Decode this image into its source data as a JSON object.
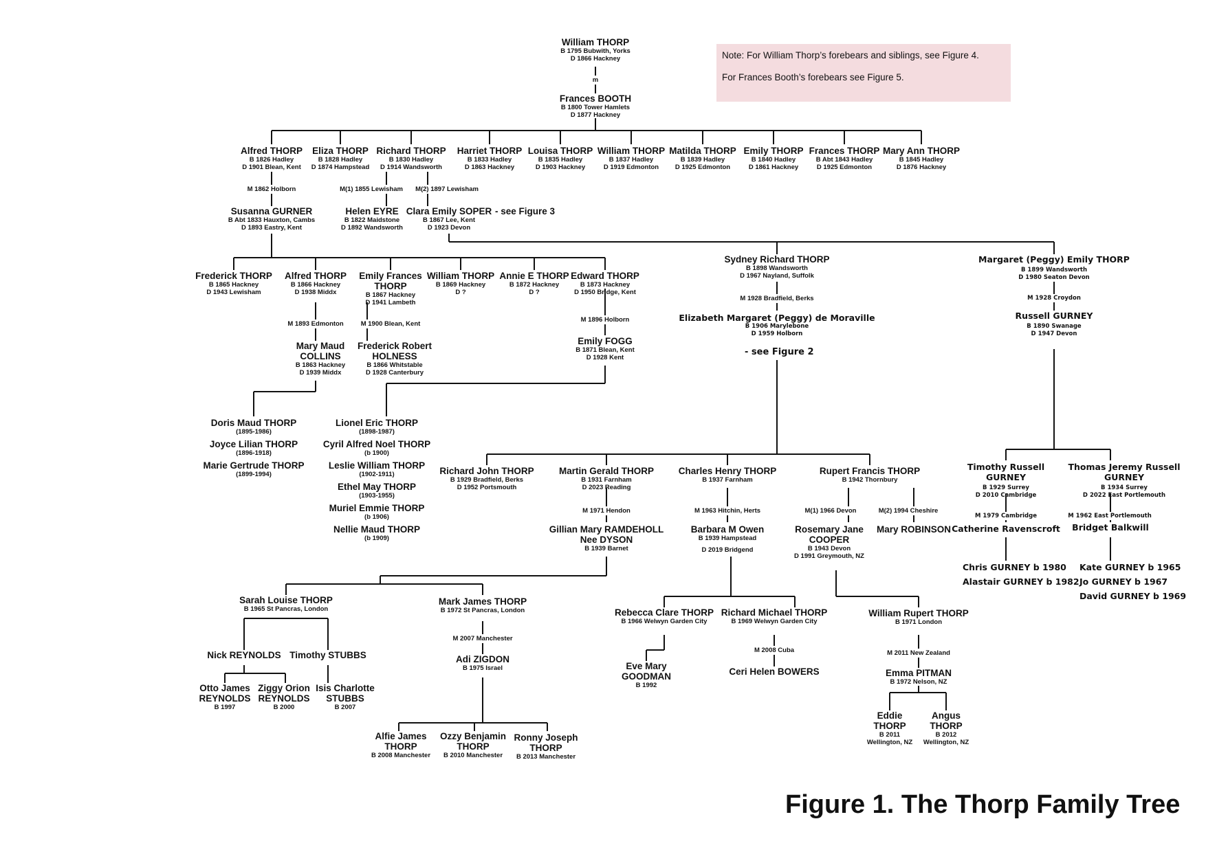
{
  "note": {
    "line1": "Note: For William Thorp’s forebears and siblings, see Figure 4.",
    "line2": "For Frances Booth’s forebears see Figure 5."
  },
  "caption": "Figure 1. The Thorp Family Tree",
  "people": {
    "william": {
      "name": "William THORP",
      "d1": "B 1795 Bubwith, Yorks",
      "d2": "D 1866 Hackney"
    },
    "frances_booth": {
      "name": "Frances BOOTH",
      "d1": "B 1800 Tower Hamlets",
      "d2": "D 1877 Hackney"
    },
    "alfred": {
      "name": "Alfred THORP",
      "d1": "B 1826 Hadley",
      "d2": "D 1901 Blean, Kent"
    },
    "eliza": {
      "name": "Eliza THORP",
      "d1": "B 1828 Hadley",
      "d2": "D 1874 Hampstead"
    },
    "richard": {
      "name": "Richard THORP",
      "d1": "B 1830 Hadley",
      "d2": "D 1914 Wandsworth"
    },
    "harriet": {
      "name": "Harriet THORP",
      "d1": "B 1833 Hadley",
      "d2": "D 1863 Hackney"
    },
    "louisa": {
      "name": "Louisa THORP",
      "d1": "B 1835 Hadley",
      "d2": "D 1903 Hackney"
    },
    "william2": {
      "name": "William THORP",
      "d1": "B 1837 Hadley",
      "d2": "D 1919 Edmonton"
    },
    "matilda": {
      "name": "Matilda THORP",
      "d1": "B 1839 Hadley",
      "d2": "D 1925 Edmonton"
    },
    "emily": {
      "name": "Emily THORP",
      "d1": "B 1840 Hadley",
      "d2": "D 1861 Hackney"
    },
    "frances": {
      "name": "Frances THORP",
      "d1": "B Abt 1843 Hadley",
      "d2": "D 1925 Edmonton"
    },
    "maryann": {
      "name": "Mary Ann THORP",
      "d1": "B 1845 Hadley",
      "d2": "D 1876 Hackney"
    },
    "susanna": {
      "name": "Susanna GURNER",
      "d1": "B Abt 1833 Hauxton, Cambs",
      "d2": "D 1893 Eastry, Kent"
    },
    "helen": {
      "name": "Helen EYRE",
      "d1": "B 1822 Maidstone",
      "d2": "D 1892 Wandsworth"
    },
    "clara": {
      "name": "Clara Emily SOPER",
      "d1": "B 1867 Lee, Kent",
      "d2": "D 1923 Devon"
    },
    "frederick": {
      "name": "Frederick THORP",
      "d1": "B 1865 Hackney",
      "d2": "D 1943 Lewisham"
    },
    "alfred2": {
      "name": "Alfred THORP",
      "d1": "B 1866 Hackney",
      "d2": "D 1938 Middx"
    },
    "emilyf": {
      "name": "Emily Frances",
      "name2": "THORP",
      "d1": "B 1867 Hackney",
      "d2": "D 1941 Lambeth"
    },
    "william3": {
      "name": "William THORP",
      "d1": "B 1869 Hackney",
      "d2": "D ?"
    },
    "anniee": {
      "name": "Annie E THORP",
      "d1": "B 1872 Hackney",
      "d2": "D ?"
    },
    "edward": {
      "name": "Edward THORP",
      "d1": "B 1873 Hackney",
      "d2": "D 1950 Bridge, Kent"
    },
    "marymaud": {
      "name": "Mary Maud",
      "name2": "COLLINS",
      "d1": "B 1863 Hackney",
      "d2": "D 1939 Middx"
    },
    "fredholness": {
      "name": "Frederick Robert",
      "name2": "HOLNESS",
      "d1": "B 1866 Whitstable",
      "d2": "D 1928 Canterbury"
    },
    "emilyfogg": {
      "name": "Emily FOGG",
      "d1": "B 1871 Blean, Kent",
      "d2": "D 1928 Kent"
    },
    "sydney": {
      "name": "Sydney Richard THORP",
      "d1": "B 1898 Wandsworth",
      "d2": "D 1967 Nayland, Suffolk"
    },
    "elizabeth": {
      "name": "Elizabeth Margaret (Peggy) de Moraville",
      "d1": "B 1906 Marylebone",
      "d2": "D 1959 Holborn"
    },
    "margaret": {
      "name": "Margaret (Peggy) Emily THORP",
      "d1": "B 1899 Wandsworth",
      "d2": "D 1980 Seaton Devon"
    },
    "russell": {
      "name": "Russell GURNEY",
      "d1": "B 1890 Swanage",
      "d2": "D 1947 Devon"
    },
    "doris": {
      "name": "Doris Maud THORP",
      "d1": "(1895-1986)"
    },
    "joyce": {
      "name": "Joyce Lilian THORP",
      "d1": "(1896-1918)"
    },
    "marie": {
      "name": "Marie Gertrude THORP",
      "d1": "(1899-1994)"
    },
    "lionel": {
      "name": "Lionel Eric THORP",
      "d1": "(1898-1987)"
    },
    "cyril": {
      "name": "Cyril Alfred Noel THORP",
      "d1": "(b 1900)"
    },
    "leslie": {
      "name": "Leslie William THORP",
      "d1": "(1902-1911)"
    },
    "ethel": {
      "name": "Ethel May THORP",
      "d1": "(1903-1955)"
    },
    "muriel": {
      "name": "Muriel Emmie THORP",
      "d1": "(b 1906)"
    },
    "nellie": {
      "name": "Nellie Maud THORP",
      "d1": "(b 1909)"
    },
    "richardjohn": {
      "name": "Richard John THORP",
      "d1": "B 1929 Bradfield, Berks",
      "d2": "D 1952 Portsmouth"
    },
    "martin": {
      "name": "Martin Gerald THORP",
      "d1": "B 1931 Farnham",
      "d2": "D 2023 Reading"
    },
    "charles": {
      "name": "Charles Henry THORP",
      "d1": "B 1937 Farnham"
    },
    "rupert": {
      "name": "Rupert Francis THORP",
      "d1": "B 1942 Thornbury"
    },
    "timothy": {
      "name": "Timothy Russell",
      "name2": "GURNEY",
      "d1": "B 1929 Surrey",
      "d2": "D 2010 Cambridge"
    },
    "thomas": {
      "name": "Thomas Jeremy Russell",
      "name2": "GURNEY",
      "d1": "B 1934 Surrey",
      "d2": "D 2022 East Portlemouth"
    },
    "gillian": {
      "name": "Gillian Mary RAMDEHOLL",
      "name2": "Nee DYSON",
      "d1": "B 1939 Barnet"
    },
    "barbara": {
      "name": "Barbara M Owen",
      "d1": "B 1939 Hampstead",
      "d2": "D 2019 Bridgend"
    },
    "rosemary": {
      "name": "Rosemary Jane",
      "name2": "COOPER",
      "d1": "B 1943 Devon",
      "d2": "D 1991 Greymouth, NZ"
    },
    "maryrobinson": {
      "name": "Mary ROBINSON"
    },
    "catherine": {
      "name": "Catherine Ravenscroft"
    },
    "bridget": {
      "name": "Bridget Balkwill"
    },
    "sarah": {
      "name": "Sarah Louise THORP",
      "d1": "B 1965 St Pancras, London"
    },
    "mark": {
      "name": "Mark James THORP",
      "d1": "B 1972 St Pancras, London"
    },
    "rebecca": {
      "name": "Rebecca Clare THORP",
      "d1": "B 1966 Welwyn Garden City"
    },
    "richardmichael": {
      "name": "Richard Michael THORP",
      "d1": "B 1969 Welwyn Garden City"
    },
    "williamrupert": {
      "name": "William Rupert THORP",
      "d1": "B 1971  London"
    },
    "nick": {
      "name": "Nick REYNOLDS"
    },
    "timstubbs": {
      "name": "Timothy STUBBS"
    },
    "adi": {
      "name": "Adi ZIGDON",
      "d1": "B 1975 Israel"
    },
    "eve": {
      "name": "Eve Mary",
      "name2": "GOODMAN",
      "d1": "B 1992"
    },
    "ceri": {
      "name": "Ceri Helen BOWERS"
    },
    "emma": {
      "name": "Emma PITMAN",
      "d1": "B 1972 Nelson, NZ"
    },
    "otto": {
      "name": "Otto James",
      "name2": "REYNOLDS",
      "d1": "B 1997"
    },
    "ziggy": {
      "name": "Ziggy Orion",
      "name2": "REYNOLDS",
      "d1": "B 2000"
    },
    "isis": {
      "name": "Isis Charlotte",
      "name2": "STUBBS",
      "d1": "B 2007"
    },
    "alfie": {
      "name": "Alfie James",
      "name2": "THORP",
      "d1": "B 2008 Manchester"
    },
    "ozzy": {
      "name": "Ozzy Benjamin",
      "name2": "THORP",
      "d1": "B 2010 Manchester"
    },
    "ronny": {
      "name": "Ronny Joseph",
      "name2": "THORP",
      "d1": "B 2013 Manchester"
    },
    "eddie": {
      "name": "Eddie",
      "name2": "THORP",
      "d1": "B 2011",
      "d2": "Wellington, NZ"
    },
    "angus": {
      "name": "Angus",
      "name2": "THORP",
      "d1": "B 2012",
      "d2": "Wellington, NZ"
    }
  },
  "marriages": {
    "william_frances": "m",
    "alfred_susanna": "M 1862 Holborn",
    "richard_helen": "M(1) 1855 Lewisham",
    "richard_clara": "M(2) 1897 Lewisham",
    "alfred2_marymaud": "M 1893 Edmonton",
    "emilyf_fred": "M 1900 Blean, Kent",
    "edward_fogg": "M 1896 Holborn",
    "sydney_elizabeth": "M 1928 Bradfield, Berks",
    "margaret_russell": "M 1928 Croydon",
    "martin_gillian": "M 1971 Hendon",
    "charles_barbara": "M 1963 Hitchin, Herts",
    "rupert_rosemary": "M(1) 1966 Devon",
    "rupert_mary": "M(2) 1994 Cheshire",
    "timothy_catherine": "M 1979 Cambridge",
    "thomas_bridget": "M 1962 East Portlemouth",
    "mark_adi": "M 2007 Manchester",
    "richardmichael_ceri": "M 2008 Cuba",
    "williamrupert_emma": "M 2011 New Zealand"
  },
  "see_figure": {
    "fig3": "- see Figure 3",
    "fig2": "- see Figure 2"
  },
  "gurney_children": {
    "timothy": [
      "Chris GURNEY b 1980",
      "Alastair GURNEY b 1982"
    ],
    "thomas": [
      "Kate GURNEY b 1965",
      "Jo GURNEY b 1967",
      "David GURNEY b 1969"
    ]
  }
}
